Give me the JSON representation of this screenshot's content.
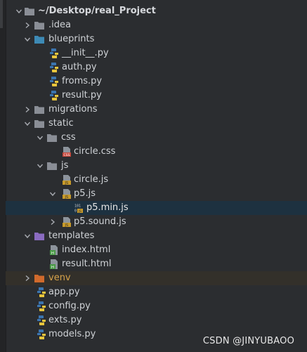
{
  "tree": {
    "root": "~/Desktop/real_Project",
    "idea": ".idea",
    "blueprints": "blueprints",
    "init_py": "__init__.py",
    "auth_py": "auth.py",
    "froms_py": "froms.py",
    "result_py": "result.py",
    "migrations": "migrations",
    "static": "static",
    "css": "css",
    "circle_css": "circle.css",
    "js": "js",
    "circle_js": "circle.js",
    "p5_js": "p5.js",
    "p5_min_js": "p5.min.js",
    "p5_sound_js": "p5.sound.js",
    "templates": "templates",
    "index_html": "index.html",
    "result_html": "result.html",
    "venv": "venv",
    "app_py": "app.py",
    "config_py": "config.py",
    "exts_py": "exts.py",
    "models_py": "models.py"
  },
  "watermark": "CSDN @JINYUBAOO",
  "colors": {
    "background": "#2b2d30",
    "selection": "#1d3140",
    "folder_gray": "#8a8e96",
    "folder_blue": "#3d8ab5",
    "folder_purple": "#8a6bc0",
    "folder_orange": "#d06a2c"
  }
}
